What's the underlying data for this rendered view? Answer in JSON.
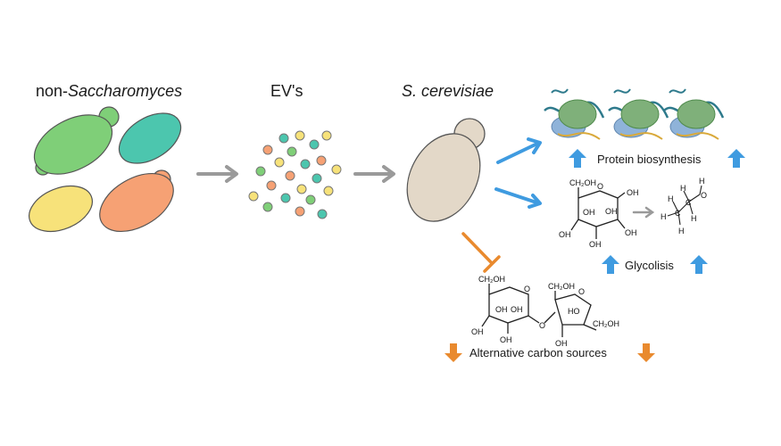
{
  "labels": {
    "non_saccharomyces_prefix": "non-",
    "non_saccharomyces_genus": "Saccharomyces",
    "evs": "EV's",
    "s_cerevisiae": "S. cerevisiae",
    "protein_biosynthesis": "Protein biosynthesis",
    "glycolisis": "Glycolisis",
    "alternative_carbon_sources": "Alternative carbon sources"
  },
  "chem": {
    "ch2oh": "CH₂OH",
    "oh": "OH",
    "ho": "HO",
    "o": "O",
    "h": "H",
    "c": "C"
  },
  "colors": {
    "green_cell": "#7fcf78",
    "teal_cell": "#4cc6ae",
    "yellow_cell": "#f7e27a",
    "orange_cell": "#f6a174",
    "scer_cell": "#e3d8c8",
    "gray_arrow": "#9a9a9a",
    "blue_arrow": "#3f9be0",
    "orange_arrow": "#e98a2e",
    "ribosome": "#7fb07a",
    "subunit": "#8fb3d9"
  },
  "trend_icons": {
    "protein": "arrow-up-icon",
    "glycolisis": "arrow-up-icon",
    "alternative_carbon": "arrow-down-icon"
  }
}
